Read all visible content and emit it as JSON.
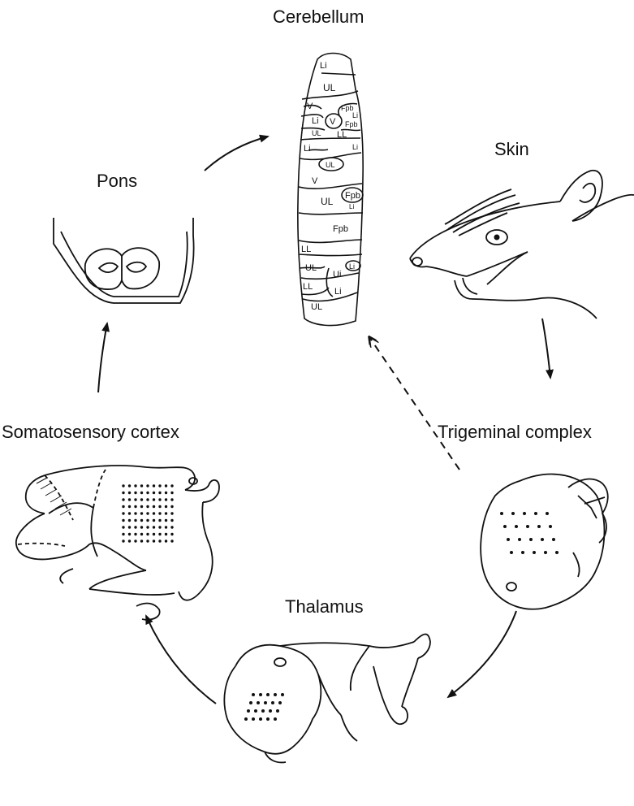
{
  "labels": {
    "cerebellum": "Cerebellum",
    "pons": "Pons",
    "skin": "Skin",
    "trigeminal": "Trigeminal complex",
    "somatosensory": "Somatosensory cortex",
    "thalamus": "Thalamus"
  },
  "cerebellum_regions": [
    "Li",
    "UL",
    "V",
    "Fpb",
    "Li",
    "Li",
    "V",
    "Fpb",
    "UL",
    "LL",
    "Li",
    "Li",
    "UL",
    "V",
    "UL",
    "Fpb",
    "Li",
    "Fpb",
    "LL",
    "UL",
    "Ui",
    "Li",
    "LL",
    "Li",
    "UL"
  ],
  "colors": {
    "ink": "#111111",
    "background": "#ffffff"
  }
}
